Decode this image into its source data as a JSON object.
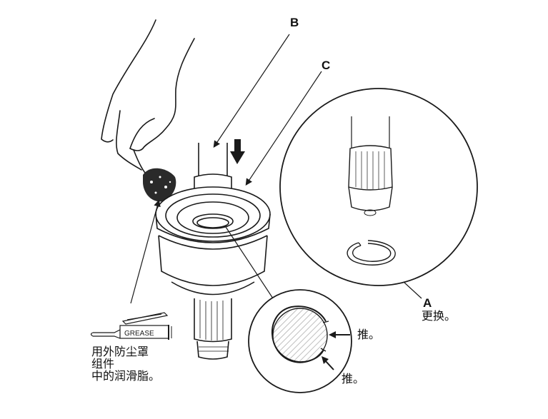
{
  "diagram": {
    "type": "service-manual-illustration",
    "subject": "Installing driveshaft inner joint with circlip replacement"
  },
  "callouts": {
    "A": {
      "letter": "A",
      "text": "更换。"
    },
    "B": {
      "letter": "B"
    },
    "C": {
      "letter": "C"
    }
  },
  "push_labels": {
    "upper": "推。",
    "lower": "推。"
  },
  "grease_note": {
    "tube_label": "GREASE",
    "lines": [
      "用外防尘罩",
      "组件",
      "中的润滑脂。"
    ]
  },
  "colors": {
    "line": "#1a1a1a",
    "background": "#ffffff",
    "grease": "#2a2a2a"
  }
}
